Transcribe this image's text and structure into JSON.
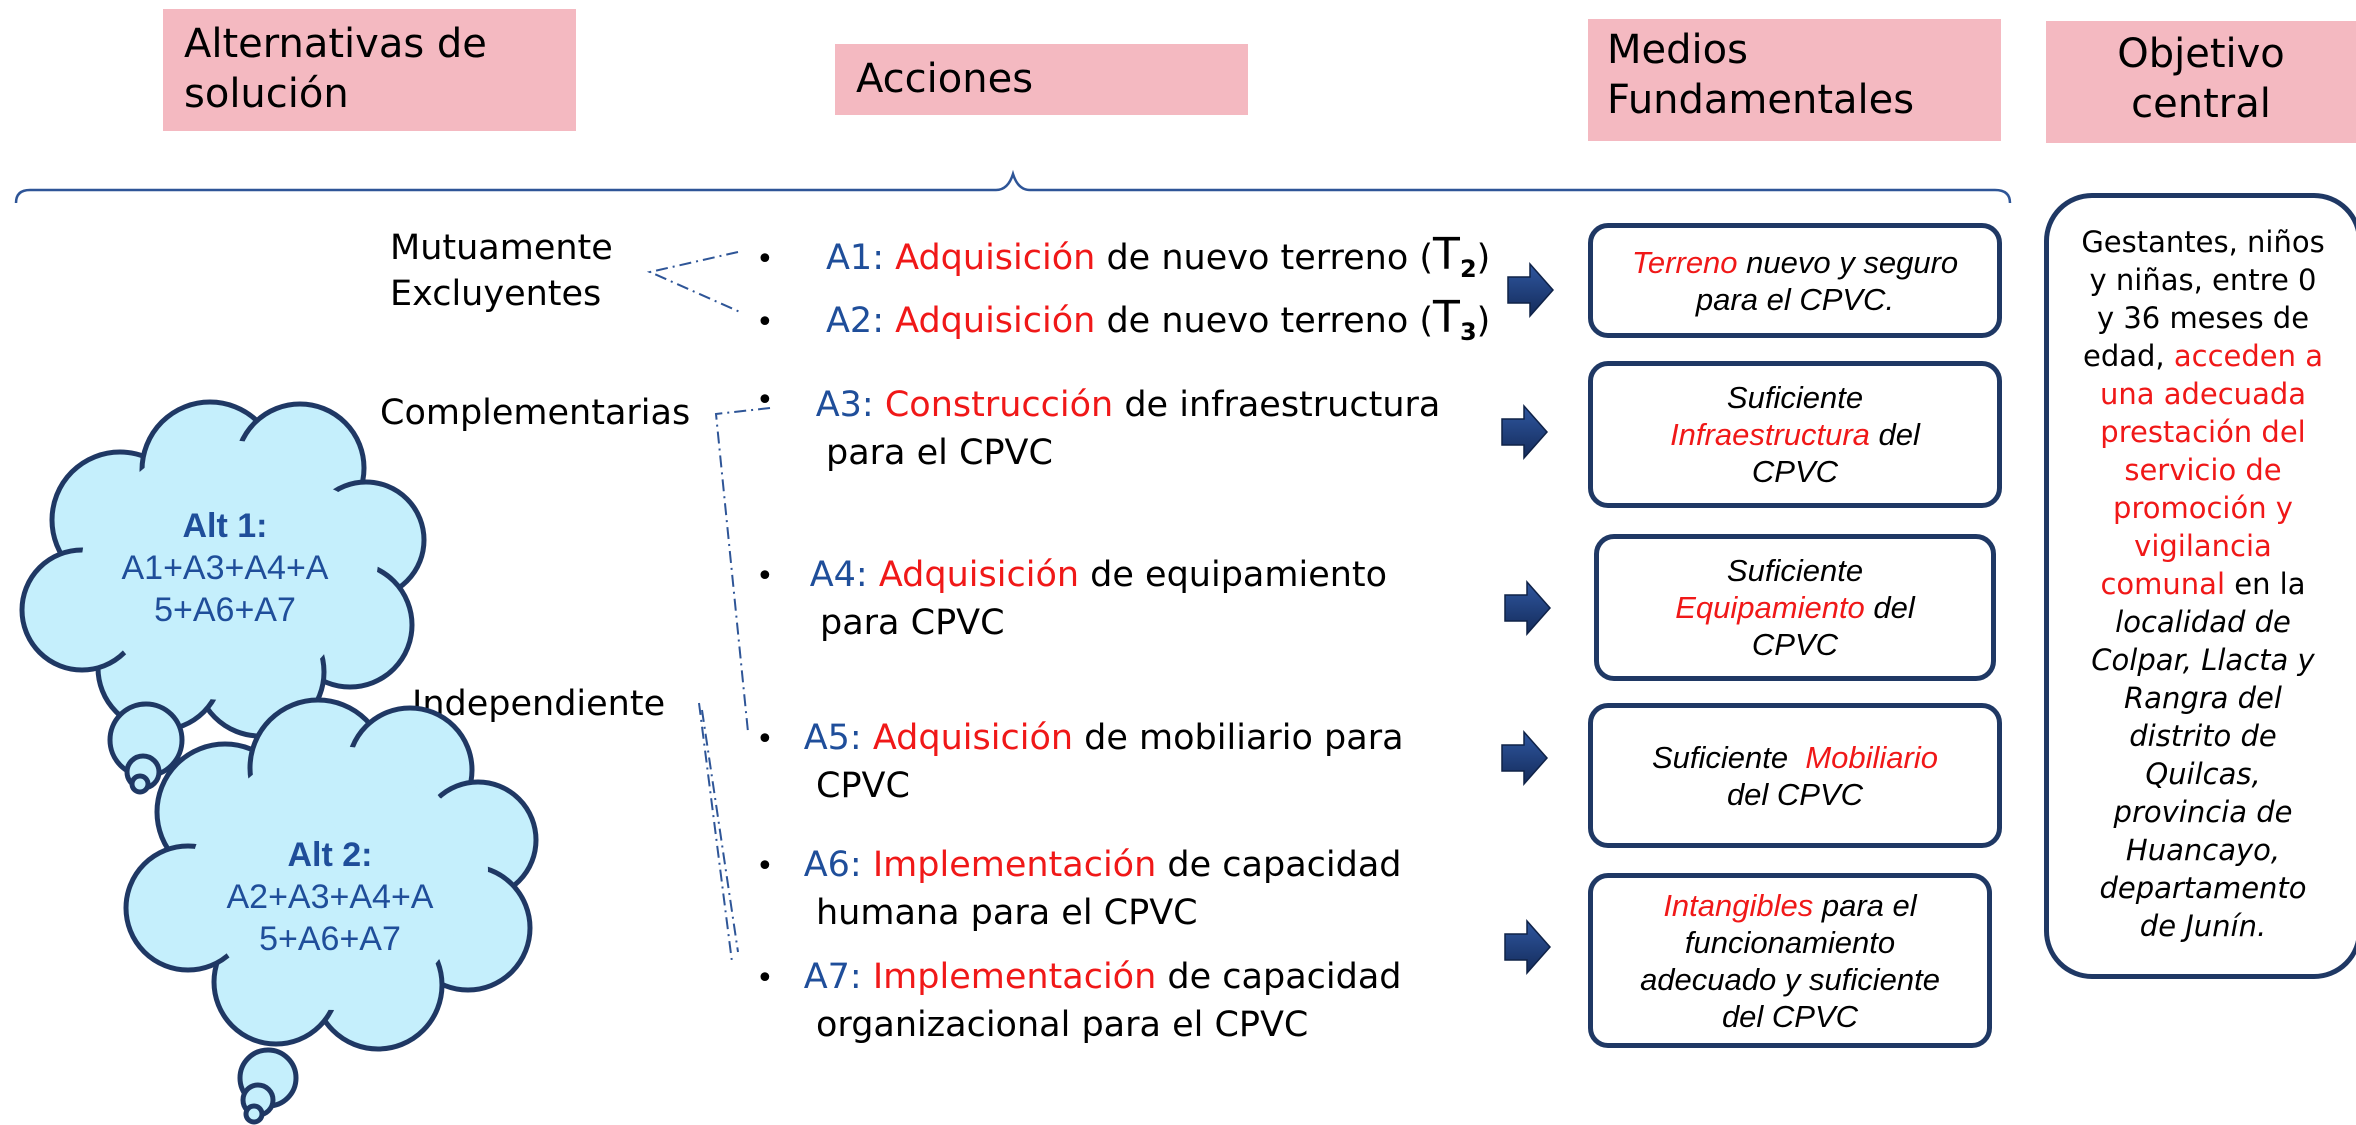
{
  "headers": {
    "alternativas": [
      "Alternativas de",
      "solución"
    ],
    "acciones": "Acciones",
    "medios": [
      "Medios",
      "Fundamentales"
    ],
    "objetivo": [
      "Objetivo",
      "central"
    ]
  },
  "groups": {
    "mutuamente": [
      "Mutuamente",
      "Excluyentes"
    ],
    "complementarias": "Complementarias",
    "independiente": "Independiente"
  },
  "bullet": "•",
  "actions": [
    {
      "code": "A1",
      "sep": ": ",
      "verb": "Adquisición",
      "rest": " de nuevo terreno (",
      "t": "T",
      "sub": "2",
      "close": ")"
    },
    {
      "code": "A2",
      "sep": ": ",
      "verb": "Adquisición",
      "rest": " de nuevo terreno (",
      "t": "T",
      "sub": "3",
      "close": ")"
    },
    {
      "code": "A3",
      "sep": ": ",
      "verb": "Construcción",
      "rest": " de infraestructura",
      "line2": "para el CPVC"
    },
    {
      "code": "A4",
      "sep": ": ",
      "verb": "Adquisición",
      "rest": " de equipamiento",
      "line2": "para CPVC"
    },
    {
      "code": "A5",
      "sep": ": ",
      "verb": "Adquisición",
      "rest": " de mobiliario para",
      "line2": "CPVC"
    },
    {
      "code": "A6",
      "sep": ": ",
      "verb": "Implementación",
      "rest": " de capacidad",
      "line2": "humana para el CPVC"
    },
    {
      "code": "A7",
      "sep": ": ",
      "verb": "Implementación",
      "rest": " de capacidad",
      "line2": "organizacional para el CPVC"
    }
  ],
  "medios": [
    {
      "red": "Terreno",
      "a": " nuevo y seguro",
      "b": "para el CPVC."
    },
    {
      "pre": "Suficiente",
      "red": "Infraestructura",
      "a": " del",
      "b": "CPVC"
    },
    {
      "pre": "Suficiente",
      "red": "Equipamiento",
      "a": " del",
      "b": "CPVC"
    },
    {
      "pre": "Suficiente  ",
      "red": "Mobiliario",
      "b": "del CPVC"
    },
    {
      "red": "Intangibles",
      "a": " para el",
      "b": "funcionamiento",
      "c": "adecuado y suficiente",
      "d": "del CPVC"
    }
  ],
  "objetivo": {
    "black_lines": [
      "Gestantes, niños",
      "y niñas, entre 0",
      "y 36 meses de"
    ],
    "edad": "edad, ",
    "red_first": "acceden a",
    "red_lines": [
      "una adecuada",
      "prestación del",
      "servicio de",
      "promoción y",
      "vigilancia"
    ],
    "red_last": "comunal",
    "en_la": " en la",
    "italic_lines": [
      "localidad de",
      "Colpar, Llacta y",
      "Rangra del",
      "distrito de",
      "Quilcas,",
      "provincia de",
      "Huancayo,",
      "departamento",
      "de Junín."
    ]
  },
  "alternatives": [
    {
      "title": "Alt 1:",
      "line1": "A1+A3+A4+A",
      "line2": "5+A6+A7"
    },
    {
      "title": "Alt 2:",
      "line1": "A2+A3+A4+A",
      "line2": "5+A6+A7"
    }
  ],
  "colors": {
    "header_bg": "#f4b9c1",
    "code_blue": "#1f4e9a",
    "red": "#f01818",
    "box_border": "#1f3864",
    "cloud_fill": "#c5effc",
    "cloud_stroke": "#1f3864",
    "arrow": "#1f3b74",
    "brace": "#2e5597"
  }
}
